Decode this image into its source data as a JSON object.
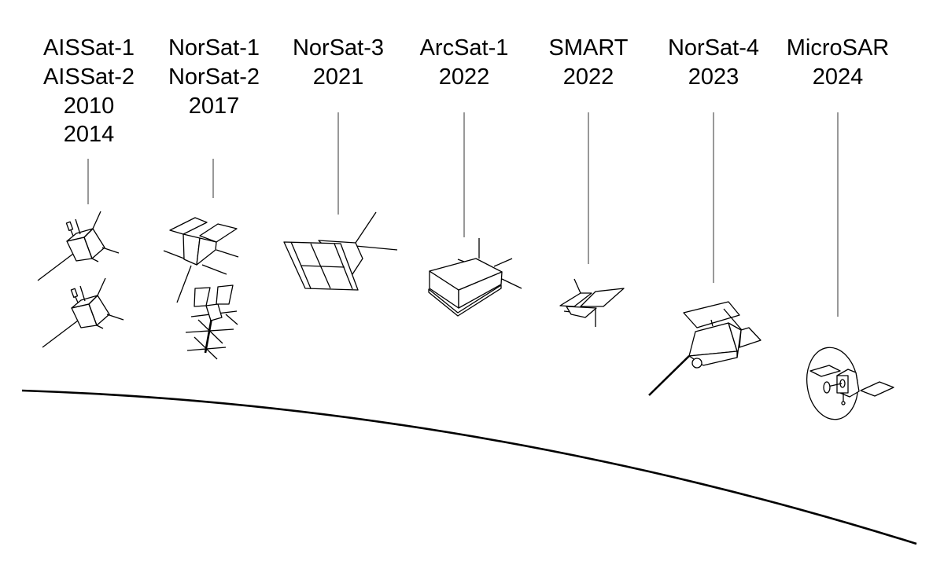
{
  "title": "Norwegian satellite timeline",
  "satellites": [
    {
      "lines": [
        "AISSat-1",
        "AISSat-2",
        "2010",
        "2014"
      ]
    },
    {
      "lines": [
        "NorSat-1",
        "NorSat-2",
        "2017"
      ]
    },
    {
      "lines": [
        "NorSat-3",
        "2021"
      ]
    },
    {
      "lines": [
        "ArcSat-1",
        "2022"
      ]
    },
    {
      "lines": [
        "SMART",
        "2022"
      ]
    },
    {
      "lines": [
        "NorSat-4",
        "2023"
      ]
    },
    {
      "lines": [
        "MicroSAR",
        "2024"
      ]
    }
  ]
}
